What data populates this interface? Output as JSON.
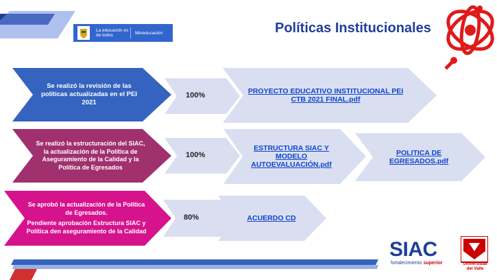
{
  "header": {
    "gov_logo": {
      "slogan": "La educación es de todos",
      "ministry": "Mineducación"
    },
    "title": "Políticas Institucionales"
  },
  "rows": [
    {
      "statement": "Se realizó la revisión de las políticas actualizadas en el PEI 2021",
      "statement_extra": "",
      "percent": "100%",
      "color": "#3563c0",
      "links": [
        "PROYECTO EDUCATIVO INSTITUCIONAL PEI CTB 2021 FINAL.pdf"
      ]
    },
    {
      "statement": "Se realizó la estructuración del SIAC, la actualización de la Política de Aseguramiento de la Calidad y la Política de Egresados",
      "statement_extra": "",
      "percent": "100%",
      "color": "#a0306e",
      "links": [
        "ESTRUCTURA SIAC Y MODELO AUTOEVALUACIÓN.pdf",
        "POLITICA DE EGRESADOS.pdf"
      ]
    },
    {
      "statement": "Se aprobó la actualización de la Política de Egresados.",
      "statement_extra": "Pendiente aprobación Estructura SIAC y Política den aseguramiento de la Calidad",
      "percent": "80%",
      "color": "#d6128c",
      "links": [
        "ACUERDO CD"
      ]
    }
  ],
  "footer": {
    "siac": "SIAC",
    "siac_sub_prefix": "fortalecimiento",
    "siac_sub_bold": "superior",
    "university": "Universidad del Valle"
  },
  "colors": {
    "title": "#1f3f99",
    "chevron": "#d9dff0",
    "link": "#1144cc",
    "accent_red": "#e02020"
  }
}
